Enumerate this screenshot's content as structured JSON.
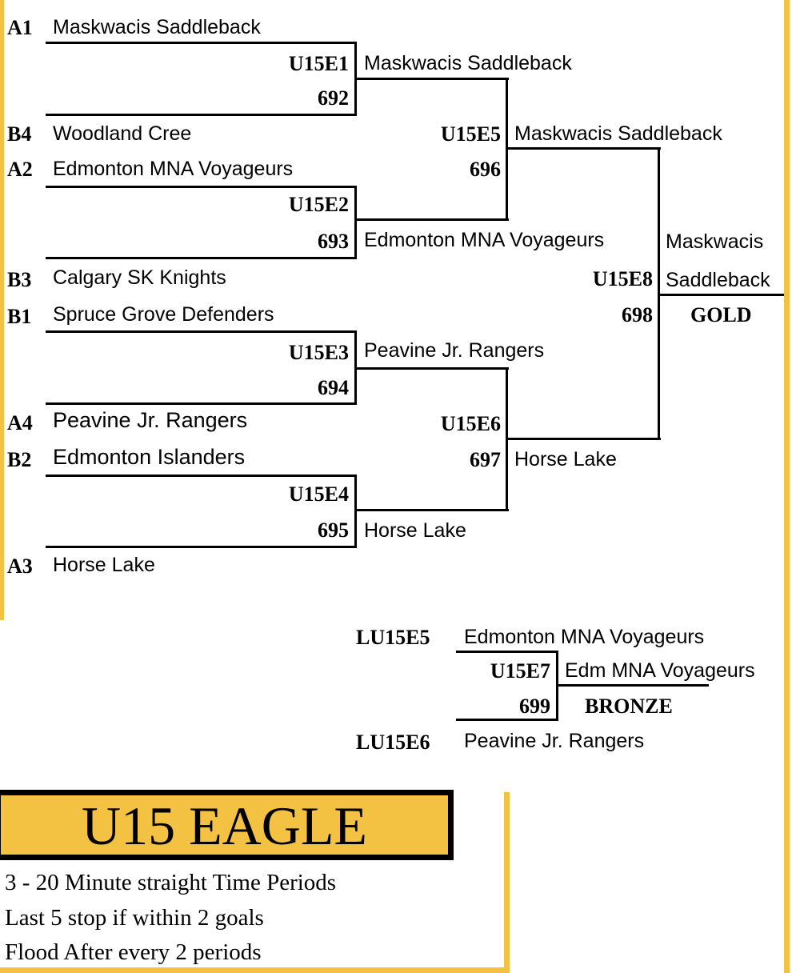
{
  "seeds": [
    {
      "seed": "A1",
      "team": "Maskwacis Saddleback"
    },
    {
      "seed": "B4",
      "team": "Woodland Cree"
    },
    {
      "seed": "A2",
      "team": "Edmonton MNA Voyageurs"
    },
    {
      "seed": "B3",
      "team": "Calgary SK Knights"
    },
    {
      "seed": "B1",
      "team": "Spruce Grove Defenders"
    },
    {
      "seed": "A4",
      "team": "Peavine Jr. Rangers"
    },
    {
      "seed": "B2",
      "team": "Edmonton Islanders"
    },
    {
      "seed": "A3",
      "team": "Horse Lake"
    }
  ],
  "round1": [
    {
      "code": "U15E1",
      "game": "692",
      "winner": "Maskwacis Saddleback"
    },
    {
      "code": "U15E2",
      "game": "693",
      "winner": "Edmonton MNA Voyageurs"
    },
    {
      "code": "U15E3",
      "game": "694",
      "winner": "Peavine Jr. Rangers"
    },
    {
      "code": "U15E4",
      "game": "695",
      "winner": "Horse Lake"
    }
  ],
  "semis": [
    {
      "code": "U15E5",
      "game": "696",
      "winner": "Maskwacis Saddleback"
    },
    {
      "code": "U15E6",
      "game": "697",
      "winner": "Horse Lake"
    }
  ],
  "final": {
    "code": "U15E8",
    "game": "698",
    "winner_line1": "Maskwacis",
    "winner_line2": "Saddleback",
    "medal": "GOLD"
  },
  "bronze": {
    "team1_label": "LU15E5",
    "team1": "Edmonton MNA Voyageurs",
    "team2_label": "LU15E6",
    "team2": "Peavine Jr. Rangers",
    "code": "U15E7",
    "game": "699",
    "winner": "Edm MNA Voyageurs",
    "medal": "BRONZE"
  },
  "division": {
    "title": "U15 EAGLE",
    "rules": [
      "3 - 20 Minute straight Time Periods",
      "Last 5 stop if within 2 goals",
      "Flood After every 2 periods"
    ]
  },
  "colors": {
    "accent": "#f4c242",
    "line": "#000000"
  }
}
